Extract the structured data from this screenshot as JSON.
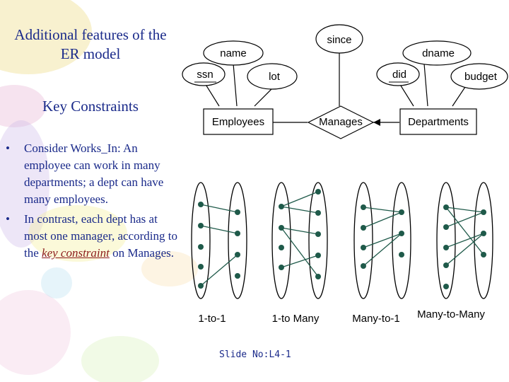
{
  "slide": {
    "title": "Additional features of the ER model",
    "subtitle": "Key Constraints",
    "bullet1": "Consider Works_In: An employee can work in many departments; a dept can have many employees.",
    "bullet2_pre": "In contrast, each dept has at most one manager, according to the",
    "bullet2_key": "key constraint",
    "bullet2_post": "on Manages.",
    "footer": "Slide No:L4-1"
  },
  "er": {
    "attributes": {
      "name": "name",
      "ssn": "ssn",
      "lot": "lot",
      "since": "since",
      "dname": "dname",
      "did": "did",
      "budget": "budget"
    },
    "entity_employees": "Employees",
    "relationship_manages": "Manages",
    "entity_departments": "Departments"
  },
  "mappings": [
    "1-to-1",
    "1-to Many",
    "Many-to-1",
    "Many-to-Many"
  ],
  "colors": {
    "text_blue": "#1a2a8a",
    "key_red": "#8b1a1a",
    "node_green": "#1f5a4a"
  }
}
